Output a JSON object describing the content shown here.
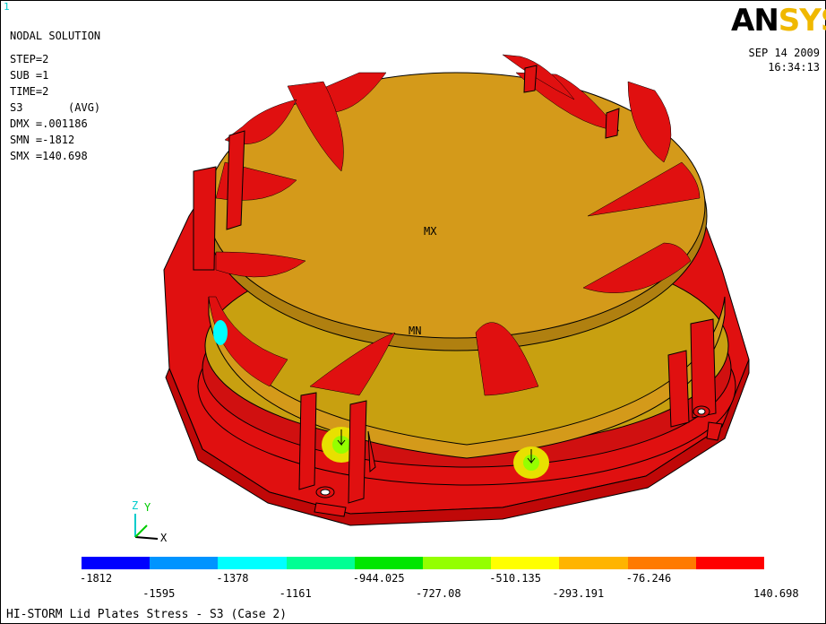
{
  "window_number": "1",
  "logo": {
    "an": "AN",
    "sys": "SYS"
  },
  "header": {
    "title": "NODAL SOLUTION",
    "lines": [
      "STEP=2",
      "SUB =1",
      "TIME=2",
      "S3       (AVG)",
      "DMX =.001186",
      "SMN =-1812",
      "SMX =140.698"
    ]
  },
  "date": {
    "date": "SEP 14 2009",
    "time": "16:34:13"
  },
  "markers": {
    "max": "MX",
    "min": "MN"
  },
  "triad": {
    "z": "Z",
    "y": "Y",
    "x": "X"
  },
  "legend": {
    "colors": [
      "#0000ff",
      "#0094ff",
      "#00ffff",
      "#00ff94",
      "#00e600",
      "#94ff00",
      "#ffff00",
      "#ffb400",
      "#ff7a00",
      "#ff0000"
    ],
    "labels_top": [
      "-1812",
      "-1378",
      "-944.025",
      "-510.135",
      "-76.246"
    ],
    "labels_bottom": [
      "-1595",
      "-1161",
      "-727.08",
      "-293.191",
      "140.698"
    ]
  },
  "caption": "HI-STORM Lid Plates Stress - S3 (Case 2)",
  "colors": {
    "orange": "#d49a1a",
    "red": "#e01010",
    "yellow": "#e8e000"
  }
}
